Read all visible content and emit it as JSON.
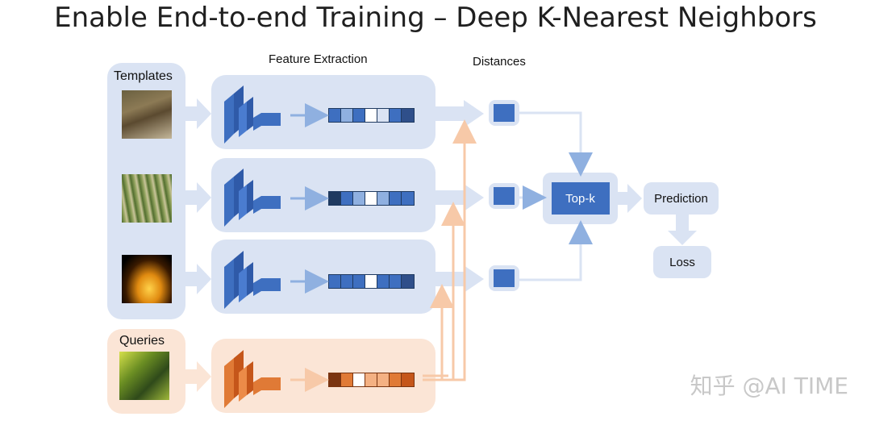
{
  "title": "Enable End-to-end Training – Deep K-Nearest Neighbors",
  "labels": {
    "templates": "Templates",
    "queries": "Queries",
    "feature_extraction": "Feature Extraction",
    "distances": "Distances",
    "topk": "Top-k",
    "prediction": "Prediction",
    "loss": "Loss"
  },
  "watermark": "知乎 @AI TIME",
  "colors": {
    "blue_panel": "#dae3f3",
    "orange_panel": "#fbe5d6",
    "blue_dark": "#3e6fc0",
    "orange_dark": "#e07a36",
    "arrow_blue": "#8fb0e0",
    "arrow_orange": "#f7c9a8"
  },
  "vectors": {
    "template_1": [
      "#3e6fc0",
      "#8fb0e0",
      "#3e6fc0",
      "#ffffff",
      "#dae3f3",
      "#3e6fc0",
      "#2f4f8a"
    ],
    "template_2": [
      "#1f3a60",
      "#3e6fc0",
      "#8fb0e0",
      "#ffffff",
      "#8fb0e0",
      "#3e6fc0",
      "#3e6fc0"
    ],
    "template_3": [
      "#3e6fc0",
      "#3e6fc0",
      "#3e6fc0",
      "#ffffff",
      "#3e6fc0",
      "#3e6fc0",
      "#2f4f8a"
    ],
    "query": [
      "#7a3410",
      "#e07a36",
      "#ffffff",
      "#f4b183",
      "#f4b183",
      "#e07a36",
      "#c5561a"
    ]
  }
}
